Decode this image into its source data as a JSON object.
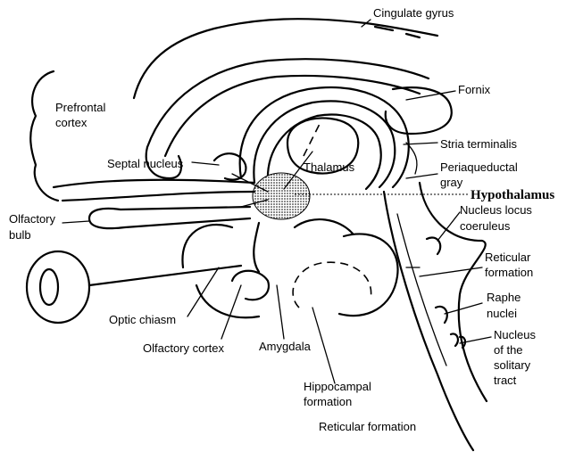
{
  "labels": {
    "cingulate_gyrus": "Cingulate gyrus",
    "prefrontal_cortex_1": "Prefrontal",
    "prefrontal_cortex_2": "cortex",
    "fornix": "Fornix",
    "stria_terminalis": "Stria terminalis",
    "septal_nucleus": "Septal nucleus",
    "thalamus": "Thalamus",
    "periaqueductal_1": "Periaqueductal",
    "periaqueductal_2": "gray",
    "hypothalamus": "Hypothalamus",
    "olfactory_bulb_1": "Olfactory",
    "olfactory_bulb_2": "bulb",
    "locus_1": "Nucleus locus",
    "locus_2": "coeruleus",
    "reticular_right_1": "Reticular",
    "reticular_right_2": "formation",
    "raphe_1": "Raphe",
    "raphe_2": "nuclei",
    "solitary_1": "Nucleus",
    "solitary_2": "of the",
    "solitary_3": "solitary",
    "solitary_4": "tract",
    "optic_chiasm": "Optic chiasm",
    "olfactory_cortex": "Olfactory cortex",
    "amygdala": "Amygdala",
    "hippocampal_1": "Hippocampal",
    "hippocampal_2": "formation",
    "reticular_bottom": "Reticular formation"
  }
}
